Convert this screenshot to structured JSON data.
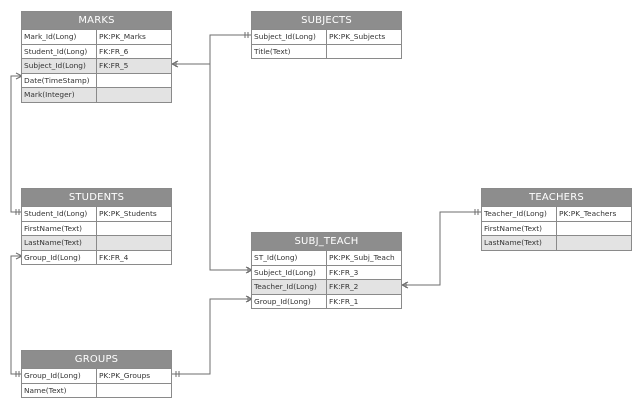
{
  "entities": {
    "marks": {
      "title": "MARKS",
      "rows": [
        {
          "field": "Mark_Id(Long)",
          "key": "PK:PK_Marks"
        },
        {
          "field": "Student_Id(Long)",
          "key": "FK:FR_6"
        },
        {
          "field": "Subject_Id(Long)",
          "key": "FK:FR_5"
        },
        {
          "field": "Date(TimeStamp)",
          "key": ""
        },
        {
          "field": "Mark(Integer)",
          "key": ""
        }
      ]
    },
    "subjects": {
      "title": "SUBJECTS",
      "rows": [
        {
          "field": "Subject_Id(Long)",
          "key": "PK:PK_Subjects"
        },
        {
          "field": "Title(Text)",
          "key": ""
        }
      ]
    },
    "students": {
      "title": "STUDENTS",
      "rows": [
        {
          "field": "Student_Id(Long)",
          "key": "PK:PK_Students"
        },
        {
          "field": "FirstName(Text)",
          "key": ""
        },
        {
          "field": "LastName(Text)",
          "key": ""
        },
        {
          "field": "Group_Id(Long)",
          "key": "FK:FR_4"
        }
      ]
    },
    "teachers": {
      "title": "TEACHERS",
      "rows": [
        {
          "field": "Teacher_Id(Long)",
          "key": "PK:PK_Teachers"
        },
        {
          "field": "FirstName(Text)",
          "key": ""
        },
        {
          "field": "LastName(Text)",
          "key": ""
        }
      ]
    },
    "subj_teach": {
      "title": "SUBJ_TEACH",
      "rows": [
        {
          "field": "ST_Id(Long)",
          "key": "PK:PK_Subj_Teach"
        },
        {
          "field": "Subject_Id(Long)",
          "key": "FK:FR_3"
        },
        {
          "field": "Teacher_Id(Long)",
          "key": "FK:FR_2"
        },
        {
          "field": "Group_Id(Long)",
          "key": "FK:FR_1"
        }
      ]
    },
    "groups": {
      "title": "GROUPS",
      "rows": [
        {
          "field": "Group_Id(Long)",
          "key": "PK:PK_Groups"
        },
        {
          "field": "Name(Text)",
          "key": ""
        }
      ]
    }
  },
  "relationships": [
    {
      "from": "MARKS.Student_Id",
      "to": "STUDENTS.Student_Id",
      "cardinality": "many-to-one"
    },
    {
      "from": "MARKS.Subject_Id",
      "to": "SUBJECTS.Subject_Id",
      "cardinality": "many-to-one"
    },
    {
      "from": "SUBJ_TEACH.Subject_Id",
      "to": "SUBJECTS.Subject_Id",
      "cardinality": "many-to-one"
    },
    {
      "from": "STUDENTS.Group_Id",
      "to": "GROUPS.Group_Id",
      "cardinality": "many-to-one"
    },
    {
      "from": "SUBJ_TEACH.Group_Id",
      "to": "GROUPS.Group_Id",
      "cardinality": "many-to-one"
    },
    {
      "from": "SUBJ_TEACH.Teacher_Id",
      "to": "TEACHERS.Teacher_Id",
      "cardinality": "many-to-one"
    }
  ],
  "colors": {
    "header": "#8d8d8d",
    "alt_row": "#e3e3e3",
    "border": "#8a8a8a",
    "line": "#6e6e6e"
  }
}
